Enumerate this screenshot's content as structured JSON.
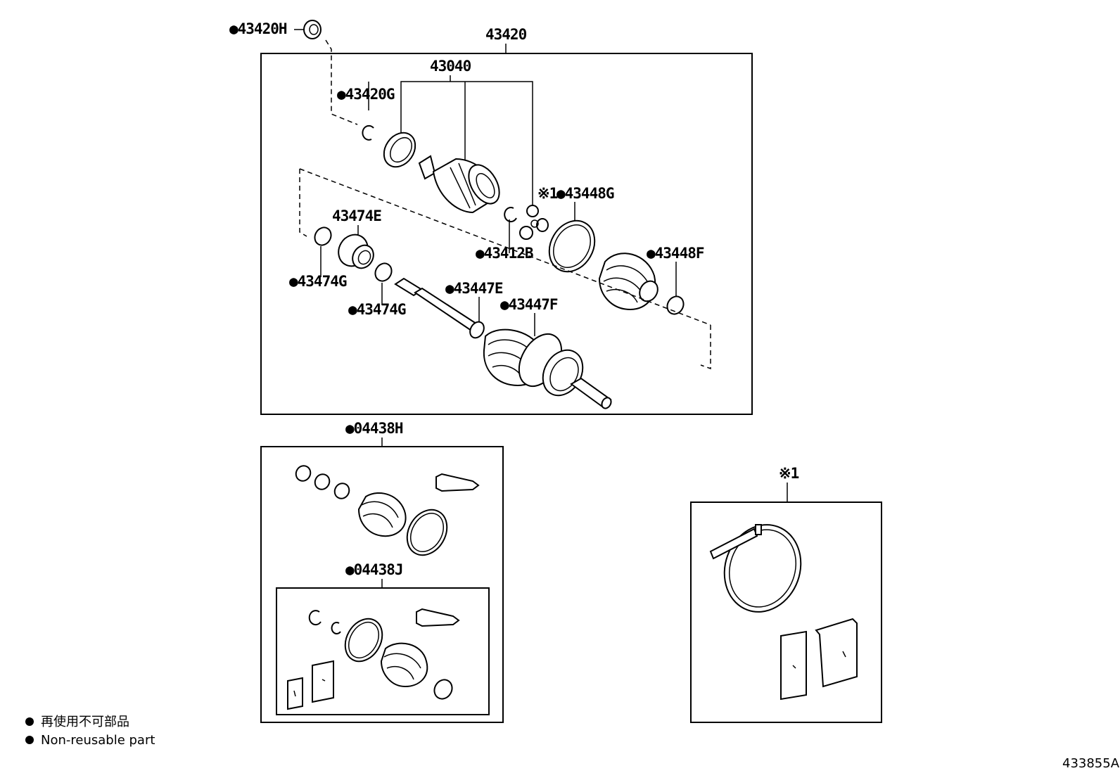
{
  "labels": {
    "assembly": "43420",
    "hub_seal": "●43420H",
    "joint_kit": "43040",
    "snap_ring_g": "●43420G",
    "tripod_ref": "※1",
    "clamp_448g": "●43448G",
    "damper": "43474E",
    "snap_ring_b": "●43412B",
    "clamp_448f": "●43448F",
    "clamp_474g_a": "●43474G",
    "clamp_447e": "●43447E",
    "clamp_474g_b": "●43474G",
    "clamp_447f": "●43447F",
    "kit_h": "●04438H",
    "kit_j": "●04438J",
    "ref_box": "※1"
  },
  "legend": {
    "jp": "再使用不可部品",
    "en": "Non-reusable part"
  },
  "diagram_id": "433855A"
}
